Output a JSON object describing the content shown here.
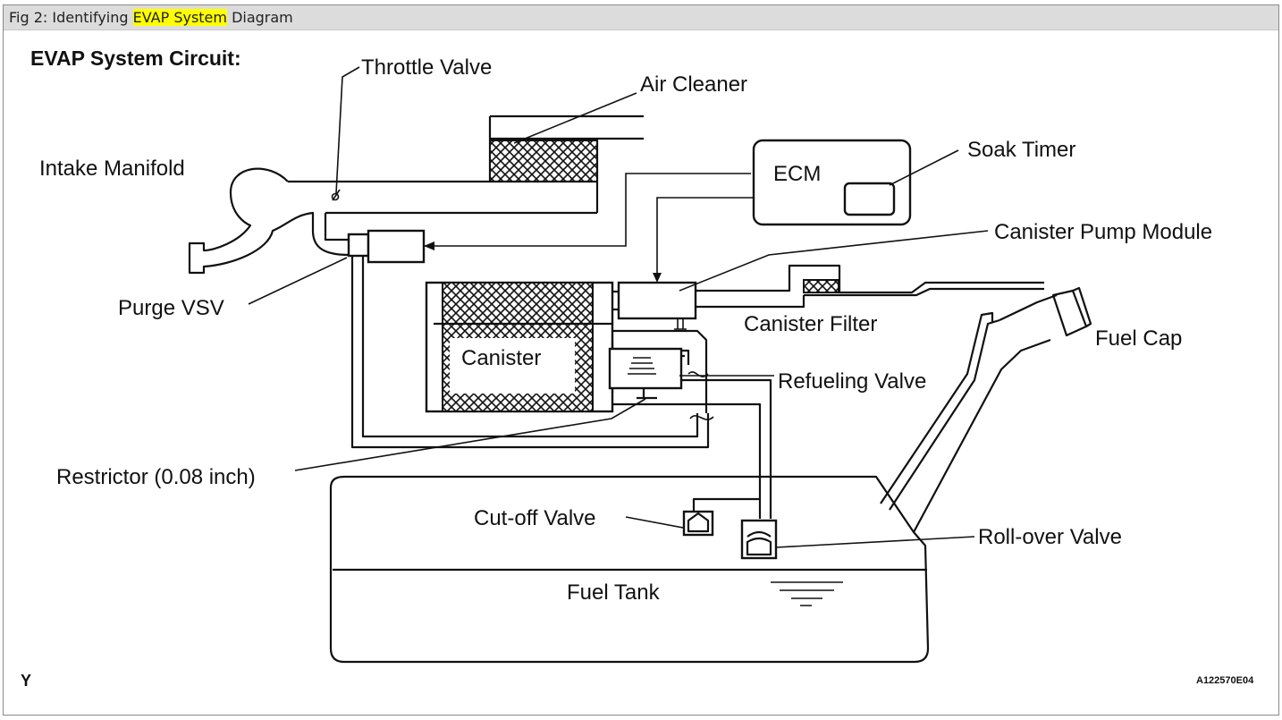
{
  "caption": {
    "prefix": "Fig 2: Identifying ",
    "highlight": "EVAP System",
    "suffix": " Diagram",
    "highlight_color": "#ffff00"
  },
  "diagram": {
    "title": "EVAP System Circuit:",
    "labels": {
      "throttle_valve": "Throttle Valve",
      "air_cleaner": "Air Cleaner",
      "intake_manifold": "Intake Manifold",
      "ecm": "ECM",
      "soak_timer": "Soak Timer",
      "canister_pump_module": "Canister Pump Module",
      "purge_vsv": "Purge VSV",
      "canister_filter": "Canister Filter",
      "fuel_cap": "Fuel Cap",
      "canister": "Canister",
      "refueling_valve": "Refueling Valve",
      "restrictor": "Restrictor (0.08 inch)",
      "cutoff_valve": "Cut-off Valve",
      "rollover_valve": "Roll-over Valve",
      "fuel_tank": "Fuel Tank"
    },
    "corner_mark": "Y",
    "figure_code": "A122570E04"
  }
}
